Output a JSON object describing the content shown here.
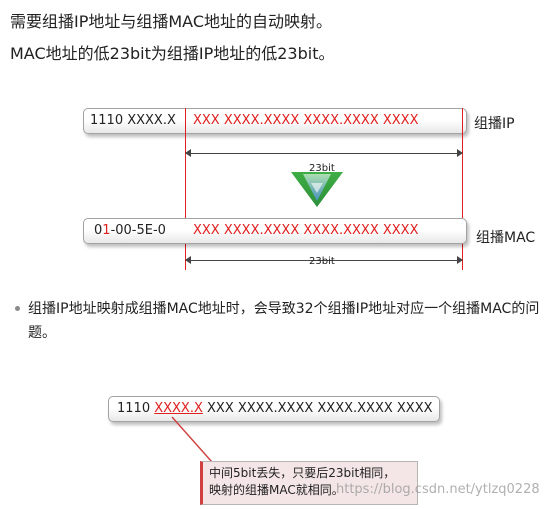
{
  "headings": [
    "需要组播IP地址与组播MAC地址的自动映射。",
    "MAC地址的低23bit为组播IP地址的低23bit。"
  ],
  "ip_row": {
    "prefix": "1110 XXXX.X",
    "suffix": "XXX XXXX.XXXX XXXX.XXXX XXXX",
    "label": "组播IP"
  },
  "ip_measure": "23bit",
  "mac_row": {
    "prefix_black_1": "0",
    "prefix_red": "1",
    "prefix_black_2": "-00-5E-0",
    "suffix": "XXX XXXX.XXXX XXXX.XXXX XXXX",
    "label": "组播MAC"
  },
  "mac_measure": "23bit",
  "bullet": "组播IP地址映射成组播MAC地址时，会导致32个组播IP地址对应一个组播MAC的问题。",
  "bottom_row": {
    "lead": "1110 ",
    "lost_bits": "XXXX.X",
    "rest": " XXX XXXX.XXXX XXXX.XXXX XXXX"
  },
  "callout": {
    "line1": "中间5bit丢失，只要后23bit相同，",
    "line2": "映射的组播MAC就相同。"
  },
  "watermark": "https://blog.csdn.net/ytlzq0228",
  "colors": {
    "accent_red": "#e02020",
    "arrow_green": "#2f9a3a",
    "arrow_blue": "#3a7ac9"
  }
}
